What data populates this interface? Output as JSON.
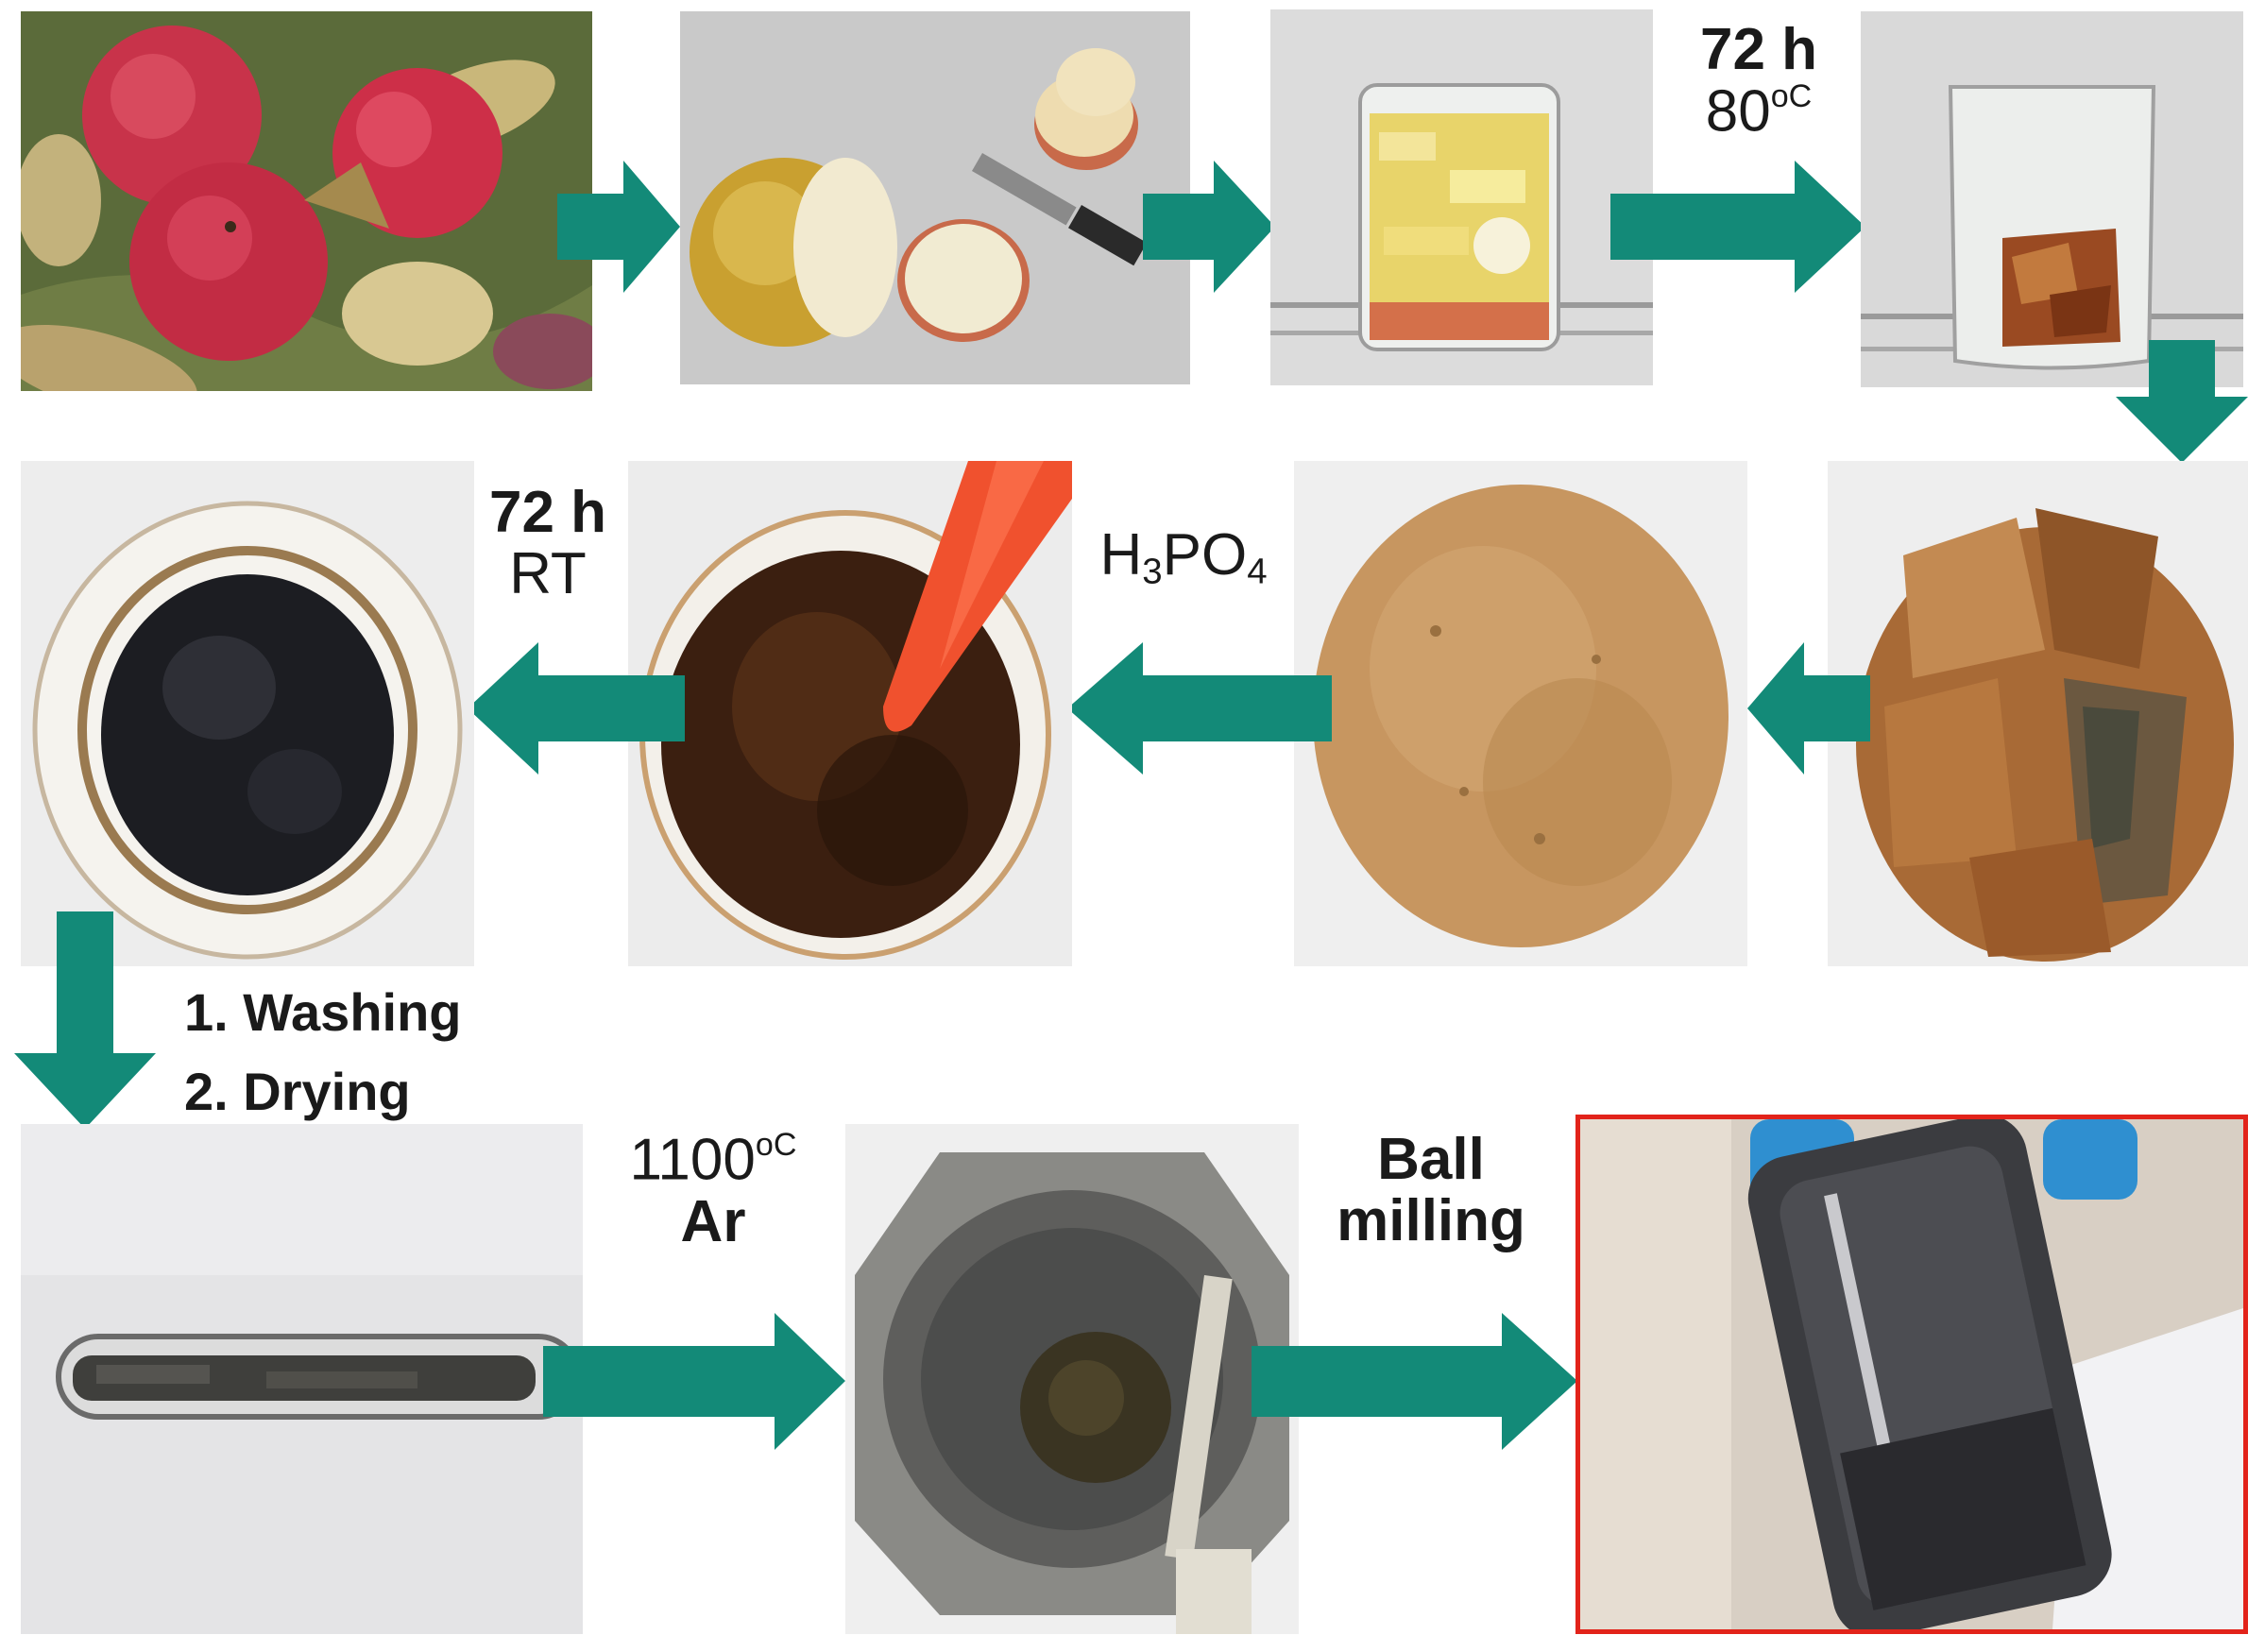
{
  "colors": {
    "arrow": "#138a78",
    "highlight_frame": "#e2231a"
  },
  "labels": {
    "oven_time": "72 h",
    "oven_temp": "80",
    "oven_temp_unit": "oC",
    "rt_time": "72 h",
    "rt_label": "RT",
    "acid_h": "H",
    "acid_sub1": "3",
    "acid_po": "PO",
    "acid_sub2": "4",
    "carbon_temp": "1100",
    "carbon_temp_unit": "oC",
    "atmosphere": "Ar",
    "milling_1": "Ball",
    "milling_2": "milling",
    "step_washing": "1. Washing",
    "step_drying": "2. Drying"
  }
}
